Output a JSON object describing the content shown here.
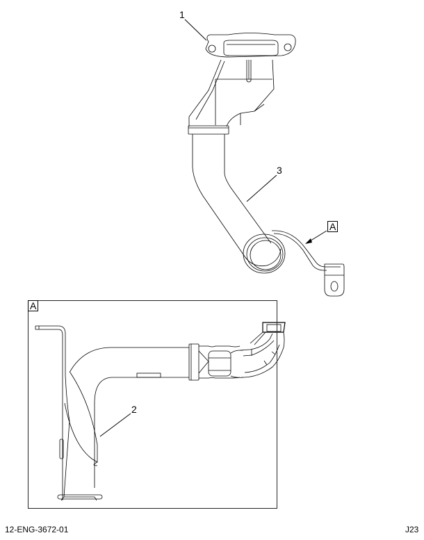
{
  "diagram": {
    "type": "exploded parts illustration",
    "callouts": [
      {
        "id": "1",
        "label": "1",
        "part": "upper flange/elbow"
      },
      {
        "id": "2",
        "label": "2",
        "part": "pipe assembly (detail A)"
      },
      {
        "id": "3",
        "label": "3",
        "part": "tube with bracket"
      }
    ],
    "view_flag": {
      "label": "A"
    },
    "detail_view": {
      "label": "A"
    }
  },
  "footer": {
    "drawing_number": "12-ENG-3672-01",
    "sheet_code": "J23"
  },
  "colors": {
    "line": "#000000",
    "background": "#ffffff",
    "frame": "#222222"
  }
}
